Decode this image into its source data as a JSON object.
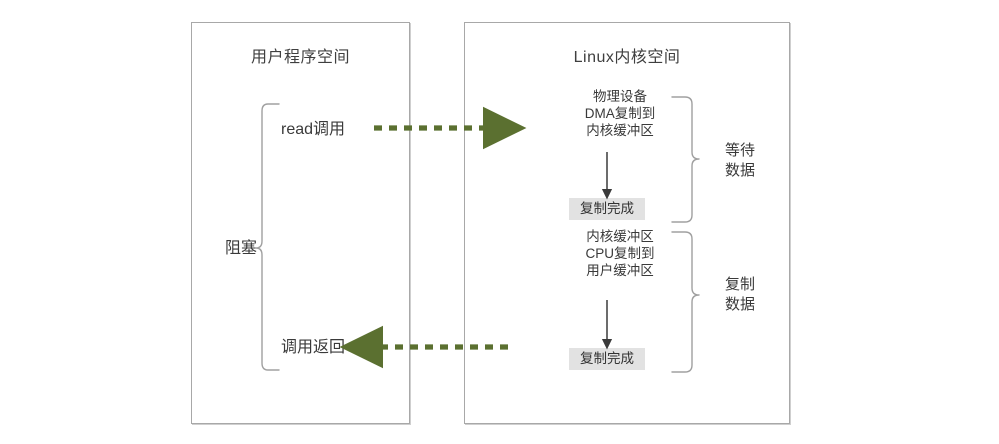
{
  "diagram": {
    "title_user_space": "用户程序空间",
    "title_kernel_space": "Linux内核空间",
    "accent_arrow_color": "#5b7030",
    "chip_bg_color": "#e2e2e2",
    "panel_border_color": "#a8a8a8"
  },
  "user_space": {
    "call_label": "read调用",
    "return_label": "调用返回",
    "brace_label": "阻塞"
  },
  "kernel_space": {
    "stage_one": {
      "line1": "物理设备",
      "line2": "DMA复制到",
      "line3": "内核缓冲区",
      "result": "复制完成",
      "brace_label_line1": "等待",
      "brace_label_line2": "数据"
    },
    "stage_two": {
      "line1": "内核缓冲区",
      "line2": "CPU复制到",
      "line3": "用户缓冲区",
      "result": "复制完成",
      "brace_label_line1": "复制",
      "brace_label_line2": "数据"
    }
  }
}
